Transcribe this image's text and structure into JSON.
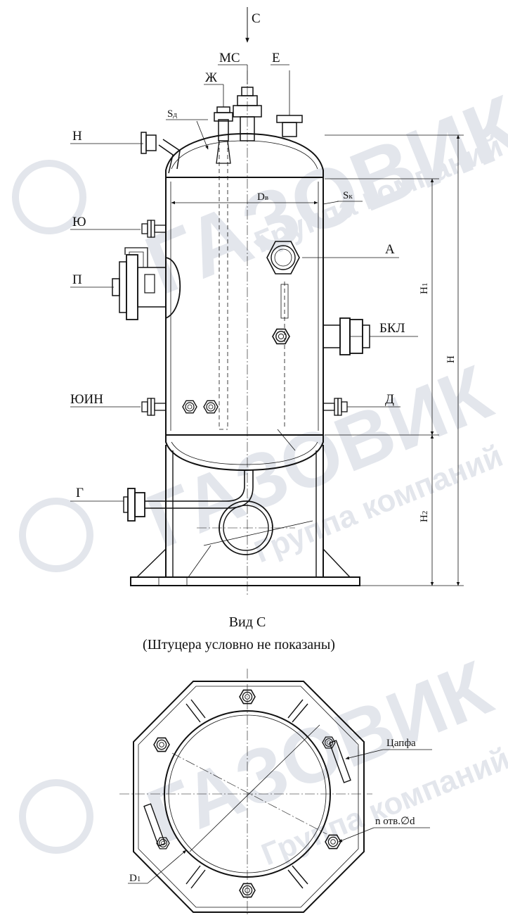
{
  "watermark": {
    "word": "ГАЗОВИК",
    "group": "Группа компаний"
  },
  "nozzles": {
    "C": "С",
    "MC": "МС",
    "E": "Е",
    "ZH": "Ж",
    "N": "Н",
    "YU": "Ю",
    "P": "П",
    "A": "А",
    "BKL": "БКЛ",
    "YUIN": "ЮИН",
    "D": "Д",
    "G": "Г"
  },
  "dims": {
    "s_d": "S",
    "s_d_sub": "д",
    "d_v": "D",
    "d_v_sub": "в",
    "s_k": "S",
    "s_k_sub": "к",
    "h1": "H",
    "h1_sub": "1",
    "h": "H",
    "h2": "H",
    "h2_sub": "2",
    "d1": "D",
    "d1_sub": "1"
  },
  "view": {
    "title": "Вид С",
    "note": "(Штуцера условно не показаны)"
  },
  "callouts": {
    "trunnion": "Цапфа",
    "holes": "n отв.∅d"
  }
}
